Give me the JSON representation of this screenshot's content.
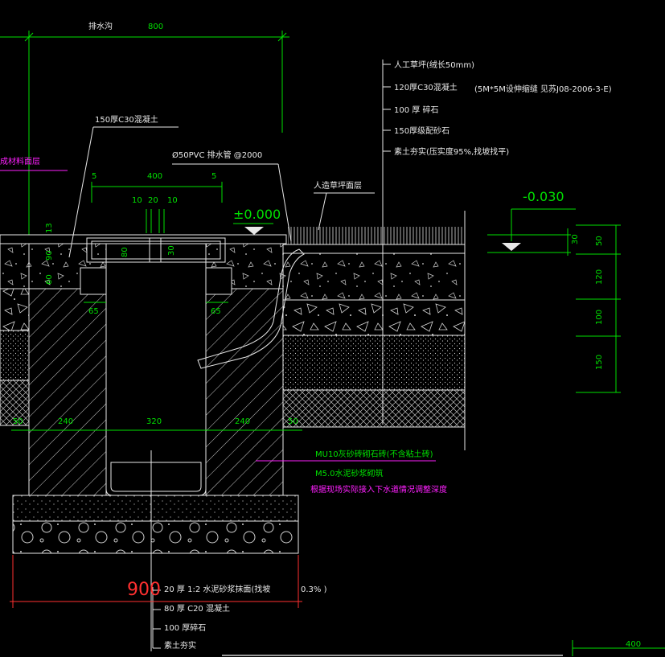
{
  "title": "排水沟",
  "dims": {
    "top_width": "800",
    "inner_400": "400",
    "side_5a": "5",
    "side_5b": "5",
    "d10a": "10",
    "d20": "20",
    "d10b": "10",
    "d13": "13",
    "d90": "90",
    "d80": "80",
    "d30": "30",
    "d60": "60",
    "d65a": "65",
    "d65b": "65",
    "b50a": "50",
    "b240a": "240",
    "b320": "320",
    "b240b": "240",
    "b50b": "50",
    "r30": "30",
    "r50": "50",
    "r120": "120",
    "r100": "100",
    "r150": "150",
    "big_900": "900",
    "bottom_400": "400"
  },
  "elevations": {
    "zero": "±0.000",
    "minus": "-0.030"
  },
  "labels": {
    "concrete150": "150厚C30混凝土",
    "pvc": "Ø50PVC  排水管  @2000",
    "lawn": "人造草坪面层",
    "left_magenta": "成材料面层",
    "turf": "人工草坪(绒长50mm)",
    "c30_120": "120厚C30混凝土",
    "joint_note": "(5M*5M设伸缩缝 见苏J08-2006-3-E)",
    "gravel100": "100  厚  碎石",
    "sand150": "150厚级配砂石",
    "soil": "素土夯实(压实度95%,找坡找平)",
    "mu10": "MU10灰砂砖砌石砖(不含粘土砖)",
    "m5": "M5.0水泥砂浆砌筑",
    "depth_note": "根据现场实际接入下水道情况调整深度",
    "mortar20": "20  厚  1:2    水泥砂浆抹面(找坡",
    "slope": "0.3%  )",
    "c20_80": "80  厚  C20  混凝土",
    "gravel_b": "100  厚碎石",
    "soil_b": "素土夯实"
  },
  "colors": {
    "background": "#000000",
    "line": "#e8e8e8",
    "dimension": "#00e000",
    "annotation": "#ff20ff",
    "highlight": "#ff3030"
  }
}
